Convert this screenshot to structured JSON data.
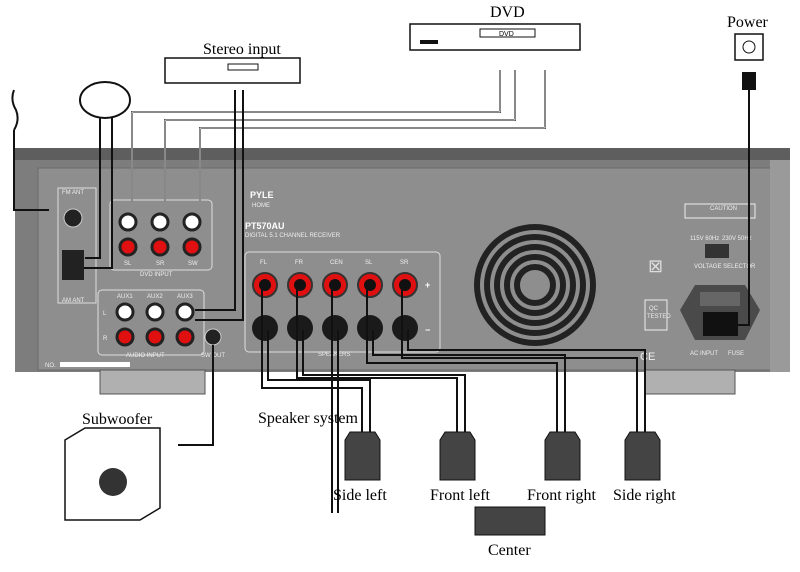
{
  "labels": {
    "dvd": "DVD",
    "stereo_input": "Stereo input",
    "power": "Power",
    "subwoofer": "Subwoofer",
    "speaker_system": "Speaker system",
    "side_left": "Side left",
    "front_left": "Front left",
    "front_right": "Front right",
    "side_right": "Side right",
    "center": "Center"
  },
  "panel": {
    "brand": "PYLE",
    "brand_sub": "HOME",
    "model": "PT570AU",
    "model_desc": "DIGITAL 5.1 CHANNEL RECEIVER",
    "fm_ant": "FM ANT",
    "am_ant": "AM ANT",
    "dvd_input": "DVD INPUT",
    "dvd_jacks": [
      "SL",
      "SR",
      "SW"
    ],
    "audio_input": "AUDIO INPUT",
    "aux": [
      "AUX1",
      "AUX2",
      "AUX3"
    ],
    "l": "L",
    "r": "R",
    "sw_out": "SW OUT",
    "speakers": "SPEAKERS",
    "speaker_channels": [
      "FL",
      "FR",
      "CEN",
      "SL",
      "SR"
    ],
    "plus": "+",
    "minus": "−",
    "caution": "CAUTION",
    "voltage_115": "115V 60Hz",
    "voltage_230": "230V 50Hz",
    "voltage_selector": "VOLTAGE SELECTOR",
    "qc": "QC",
    "qc_tested": "TESTED",
    "ac_input": "AC INPUT",
    "fuse": "FUSE",
    "no": "NO.",
    "dvd_display": "DVD"
  },
  "colors": {
    "chassis": "#7a7a7a",
    "panel": "#8c8c8c",
    "jack_red": "#e01010",
    "jack_white": "#ffffff"
  }
}
